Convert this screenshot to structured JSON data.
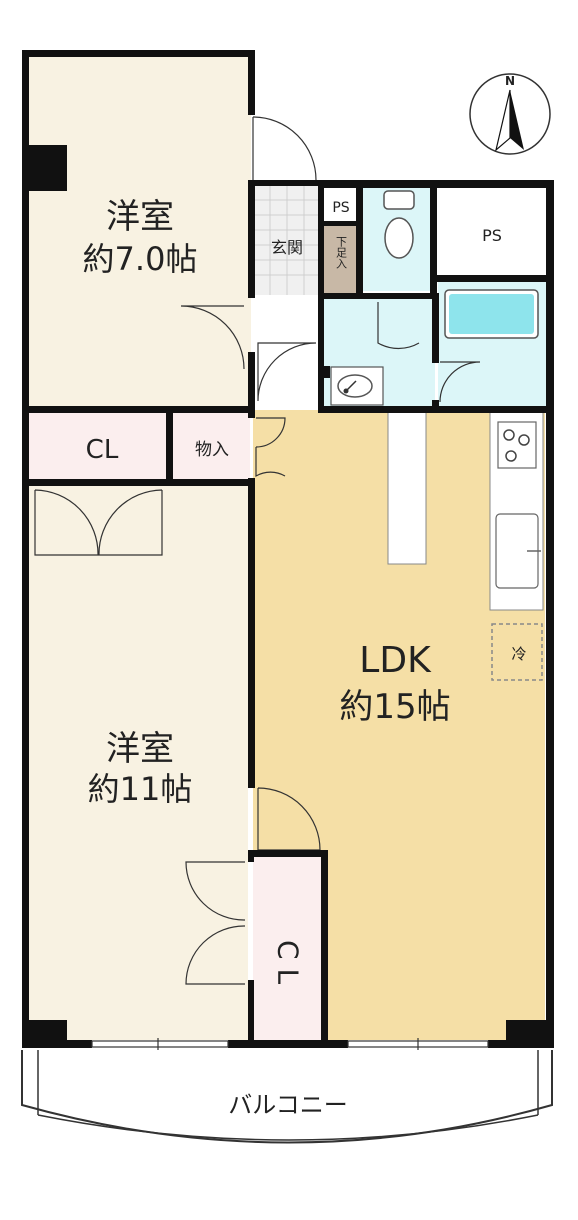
{
  "compass": {
    "north_label": "N",
    "icon": "north-arrow-icon"
  },
  "rooms": {
    "western_room_1": {
      "name": "洋室",
      "size": "約7.0帖"
    },
    "entrance": {
      "name": "玄関"
    },
    "shoe_box": {
      "name": "下足入"
    },
    "ps_small": {
      "name": "PS"
    },
    "ps_large": {
      "name": "PS"
    },
    "closet_top": {
      "name": "CL"
    },
    "storage": {
      "name": "物入"
    },
    "ldk": {
      "name": "LDK",
      "size": "約15帖"
    },
    "refrigerator": {
      "name": "冷"
    },
    "western_room_2": {
      "name": "洋室",
      "size": "約11帖"
    },
    "closet_bottom": {
      "name": "C L"
    },
    "balcony": {
      "name": "バルコニー"
    }
  },
  "colors": {
    "wall": "#111111",
    "western_room_floor": "#f8f2e2",
    "ldk_floor": "#f5dfa6",
    "closet_floor": "#fbeeee",
    "wet_area": "#dcf6f8",
    "entrance_floor": "#f0f0f0",
    "shoe_box": "#c8b8a6",
    "bathtub": "#8ee4ec"
  }
}
